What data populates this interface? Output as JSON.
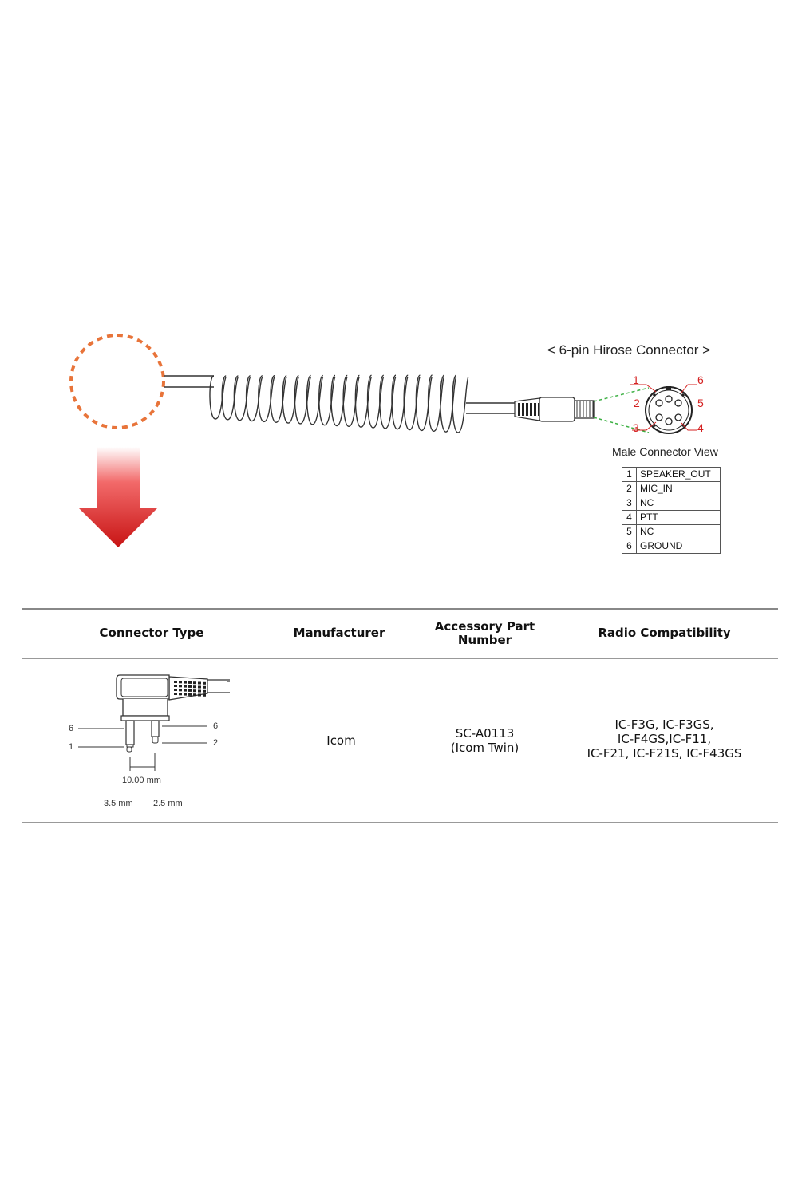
{
  "diagram": {
    "hirose_title": "< 6-pin Hirose Connector >",
    "male_view_label": "Male Connector View",
    "pin_numbers": [
      "1",
      "2",
      "3",
      "4",
      "5",
      "6"
    ],
    "pinout": [
      {
        "pin": "1",
        "signal": "SPEAKER_OUT"
      },
      {
        "pin": "2",
        "signal": "MIC_IN"
      },
      {
        "pin": "3",
        "signal": "NC"
      },
      {
        "pin": "4",
        "signal": "PTT"
      },
      {
        "pin": "5",
        "signal": "NC"
      },
      {
        "pin": "6",
        "signal": "GROUND"
      }
    ],
    "colors": {
      "highlight_circle": "#e8743a",
      "arrow": "#d81e1e",
      "pin_label": "#d42020",
      "guide_lines": "#3cb043"
    }
  },
  "table": {
    "headers": {
      "connector_type": "Connector Type",
      "manufacturer": "Manufacturer",
      "part_number": "Accessory Part Number",
      "radio": "Radio Compatibility"
    },
    "row": {
      "manufacturer": "Icom",
      "part_number_line1": "SC-A0113",
      "part_number_line2": "(Icom Twin)",
      "radio_line1": "IC-F3G, IC-F3GS,",
      "radio_line2": "IC-F4GS,IC-F11,",
      "radio_line3": "IC-F21, IC-F21S, IC-F43GS"
    },
    "plug": {
      "pin6_left": "6",
      "pin1_left": "1",
      "pin6_right": "6",
      "pin2_right": "2",
      "spacing": "10.00 mm",
      "dia_large": "3.5 mm",
      "dia_small": "2.5 mm"
    }
  }
}
